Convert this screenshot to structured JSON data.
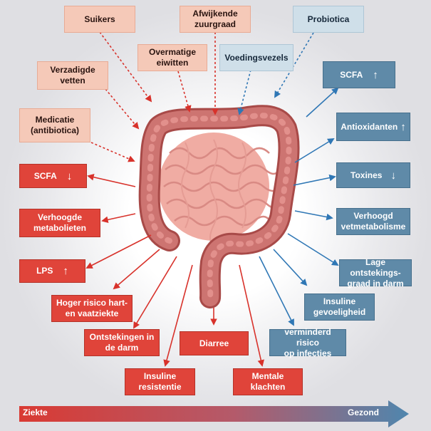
{
  "diagram": {
    "causes_top": [
      {
        "id": "suikers",
        "text": "Suikers"
      },
      {
        "id": "afwijkende-zuurgraad",
        "text": "Afwijkende\nzuurgraad"
      },
      {
        "id": "probiotica",
        "text": "Probiotica"
      },
      {
        "id": "overmatige-eiwitten",
        "text": "Overmatige\neiwitten"
      },
      {
        "id": "voedingsvezels",
        "text": "Voedingsvezels"
      },
      {
        "id": "verzadigde-vetten",
        "text": "Verzadigde\nvetten"
      },
      {
        "id": "medicatie",
        "text": "Medicatie\n(antibiotica)"
      }
    ],
    "effects_disease": [
      {
        "id": "scfa-down",
        "text": "SCFA",
        "arrow": "↓"
      },
      {
        "id": "verhoogde-metabolieten",
        "text": "Verhoogde\nmetabolieten"
      },
      {
        "id": "lps-up",
        "text": "LPS",
        "arrow": "↑"
      },
      {
        "id": "hart-vaatziekte",
        "text": "Hoger risico hart-\nen vaatziekte"
      },
      {
        "id": "ontstekingen",
        "text": "Ontstekingen in\nde darm"
      },
      {
        "id": "diarree",
        "text": "Diarree"
      },
      {
        "id": "insuline-resistentie",
        "text": "Insuline\nresistentie"
      },
      {
        "id": "mentale-klachten",
        "text": "Mentale\nklachten"
      }
    ],
    "effects_health": [
      {
        "id": "scfa-up",
        "text": "SCFA",
        "arrow": "↑"
      },
      {
        "id": "antioxidanten-up",
        "text": "Antioxidanten",
        "arrow": "↑"
      },
      {
        "id": "toxines-down",
        "text": "Toxines",
        "arrow": "↓"
      },
      {
        "id": "vetmetabolisme",
        "text": "Verhoogd\nvetmetabolisme"
      },
      {
        "id": "ontstekingsgraad",
        "text": "Lage ontstekings-\ngraad in darm"
      },
      {
        "id": "insuline-gevoeligheid",
        "text": "Insuline\ngevoeligheid"
      },
      {
        "id": "infecties",
        "text": "verminderd risico\nop infecties"
      }
    ],
    "scale": {
      "left_label": "Ziekte",
      "right_label": "Gezond"
    },
    "colors": {
      "negative_cause": "#f5c9b8",
      "positive_cause": "#cfdfe9",
      "negative_effect": "#e0443a",
      "positive_effect": "#5f8aa8",
      "intestine": "#c9716e"
    }
  }
}
